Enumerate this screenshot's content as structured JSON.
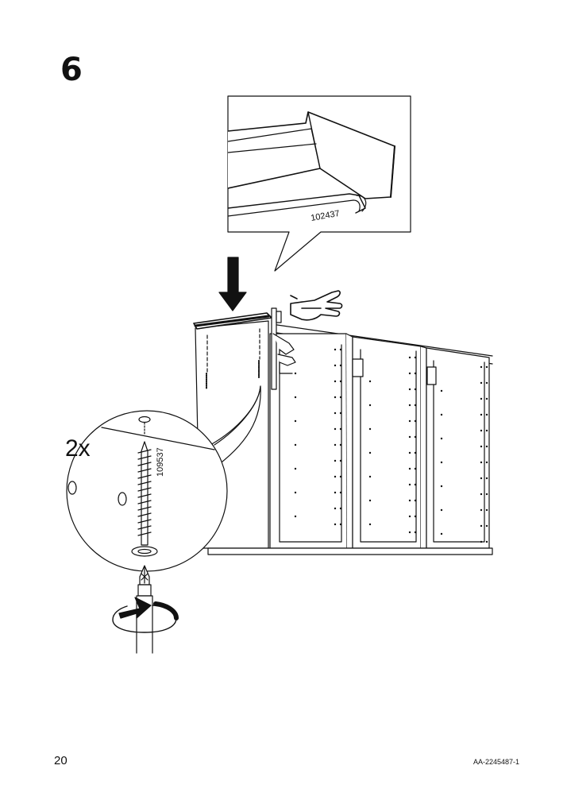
{
  "step": {
    "number": "6"
  },
  "detail_top": {
    "part_number": "102437"
  },
  "detail_screw": {
    "quantity": "2x",
    "part_number": "109537"
  },
  "footer": {
    "page_number": "20",
    "document_code": "AA-2245487-1"
  },
  "colors": {
    "ink": "#111111",
    "paper": "#ffffff"
  },
  "icons": [
    "down-arrow-icon",
    "pointing-hand-icon",
    "rotate-clockwise-icon",
    "screwdriver-icon"
  ]
}
